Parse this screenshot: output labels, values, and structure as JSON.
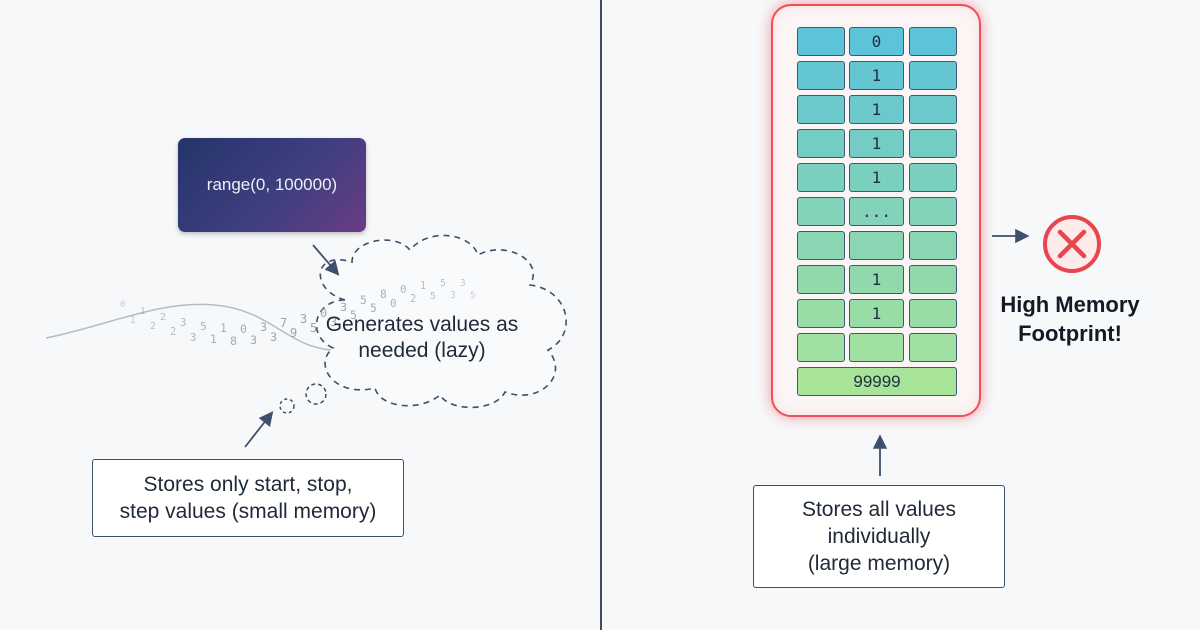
{
  "left_panel": {
    "range_call": "range(0, 100000)",
    "cloud_text": "Generates values as needed (lazy)",
    "note_lines": [
      "Stores only start, stop,",
      "step values (small memory)"
    ],
    "stream_digits": [
      "0",
      "1",
      "1",
      "2",
      "2",
      "2",
      "3",
      "3",
      "5",
      "1",
      "1",
      "8",
      "0",
      "3",
      "3",
      "3",
      "7",
      "9",
      "3",
      "5",
      "0",
      "3",
      "3",
      "5",
      "5",
      "5",
      "8",
      "0",
      "0",
      "2",
      "1",
      "5",
      "5",
      "3",
      "3",
      "5"
    ]
  },
  "right_panel": {
    "cell_values": [
      "0",
      "1",
      "1",
      "1",
      "1",
      "...",
      "",
      "1",
      "1",
      "",
      "99999"
    ],
    "warning_lines": [
      "High Memory",
      "Footprint!"
    ],
    "note_lines": [
      "Stores all values",
      "individually",
      "(large memory)"
    ],
    "error_icon": "circle-x-icon"
  },
  "colors": {
    "range_box_start": "#25346b",
    "range_box_end": "#6a3c86",
    "container_border": "#ef4f57",
    "cell_top": "#5cc3d8",
    "cell_bottom": "#a8e39a",
    "error_red": "#e8454d",
    "ink": "#3e4f6b"
  }
}
